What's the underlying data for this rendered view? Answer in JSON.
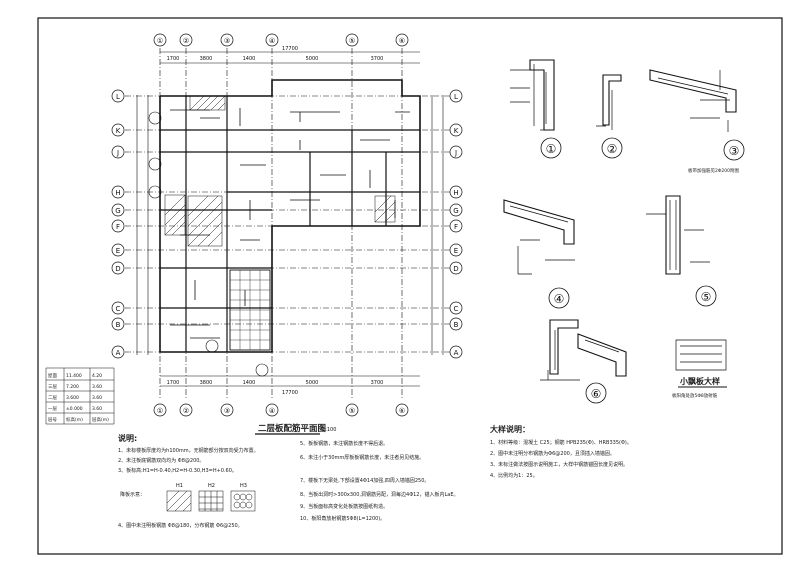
{
  "plan": {
    "title": "二层板配筋平面图",
    "scale": "1:100",
    "axes_top": [
      "①",
      "②",
      "③",
      "④",
      "⑤",
      "⑥"
    ],
    "axes_left": [
      "L",
      "K",
      "J",
      "H",
      "G",
      "F",
      "E",
      "D",
      "C",
      "B",
      "A"
    ],
    "top_dims": [
      "1700",
      "3800",
      "1400",
      "5000",
      "3700"
    ],
    "top_total": "17700",
    "bottom_dims": [
      "1700",
      "3800",
      "1400",
      "5000",
      "3700"
    ],
    "bottom_total": "17700"
  },
  "elev_table": {
    "rows": [
      {
        "name": "屋面",
        "elev": "11.400",
        "h": "4.20"
      },
      {
        "name": "三层",
        "elev": "7.200",
        "h": "3.60"
      },
      {
        "name": "二层",
        "elev": "3.600",
        "h": "3.60"
      },
      {
        "name": "一层",
        "elev": "±0.000",
        "h": "3.60"
      }
    ],
    "footer_name": "层号",
    "footer_elev": "标高(m)",
    "footer_h": "层高(m)"
  },
  "notes_left": {
    "heading": "说明:",
    "items": [
      "1、未标楼板厚度均为h100mm，无钢筋部分按双向受力布置。",
      "2、未注板底钢筋双向均为 Φ8@200。",
      "3、板标高:H1=H-0.40,H2=H-0.30,H3=H+0.60。",
      "4、图中未注明板钢筋 Φ8@180，分布钢筋 Φ6@250。"
    ],
    "legend_label": "降板示意：",
    "legend_items": [
      "H1",
      "H2",
      "H3"
    ]
  },
  "notes_mid": {
    "items": [
      "5、板板钢筋，未注钢筋长度不得后退。",
      "6、未注小于30mm厚板板钢筋长度，未注者另见结施。",
      "7、楼板下无梁处,下部设置4Φ14加强,四周入墙锚固250。",
      "8、当板出洞时>300x300,洞钢筋另配，洞每边4Φ12，锚入板内LaE。",
      "9、当板面标高变化处板筋按图纸构造。",
      "10、板阳角放射钢筋5Φ8(L=1200)。"
    ]
  },
  "details": {
    "labels": [
      "①",
      "②",
      "③",
      "④",
      "⑤",
      "⑥"
    ],
    "caption3": "板带加强筋见2Φ200附图",
    "title_small": "小飘板大样",
    "subtitle_small": "板阳角处放5Φ8放射筋"
  },
  "notes_right": {
    "heading": "大样说明：",
    "items": [
      "1、材料等级：混凝土 C25；钢筋 HPB235(Φ)、HRB335(Φ)。",
      "2、图中未注明分布钢筋为Φ6@200，且须插入墙锚固。",
      "3、未标注做法按图示说明施工，大样中钢筋锚固长度见说明。",
      "4、比例均为1：25。"
    ]
  }
}
